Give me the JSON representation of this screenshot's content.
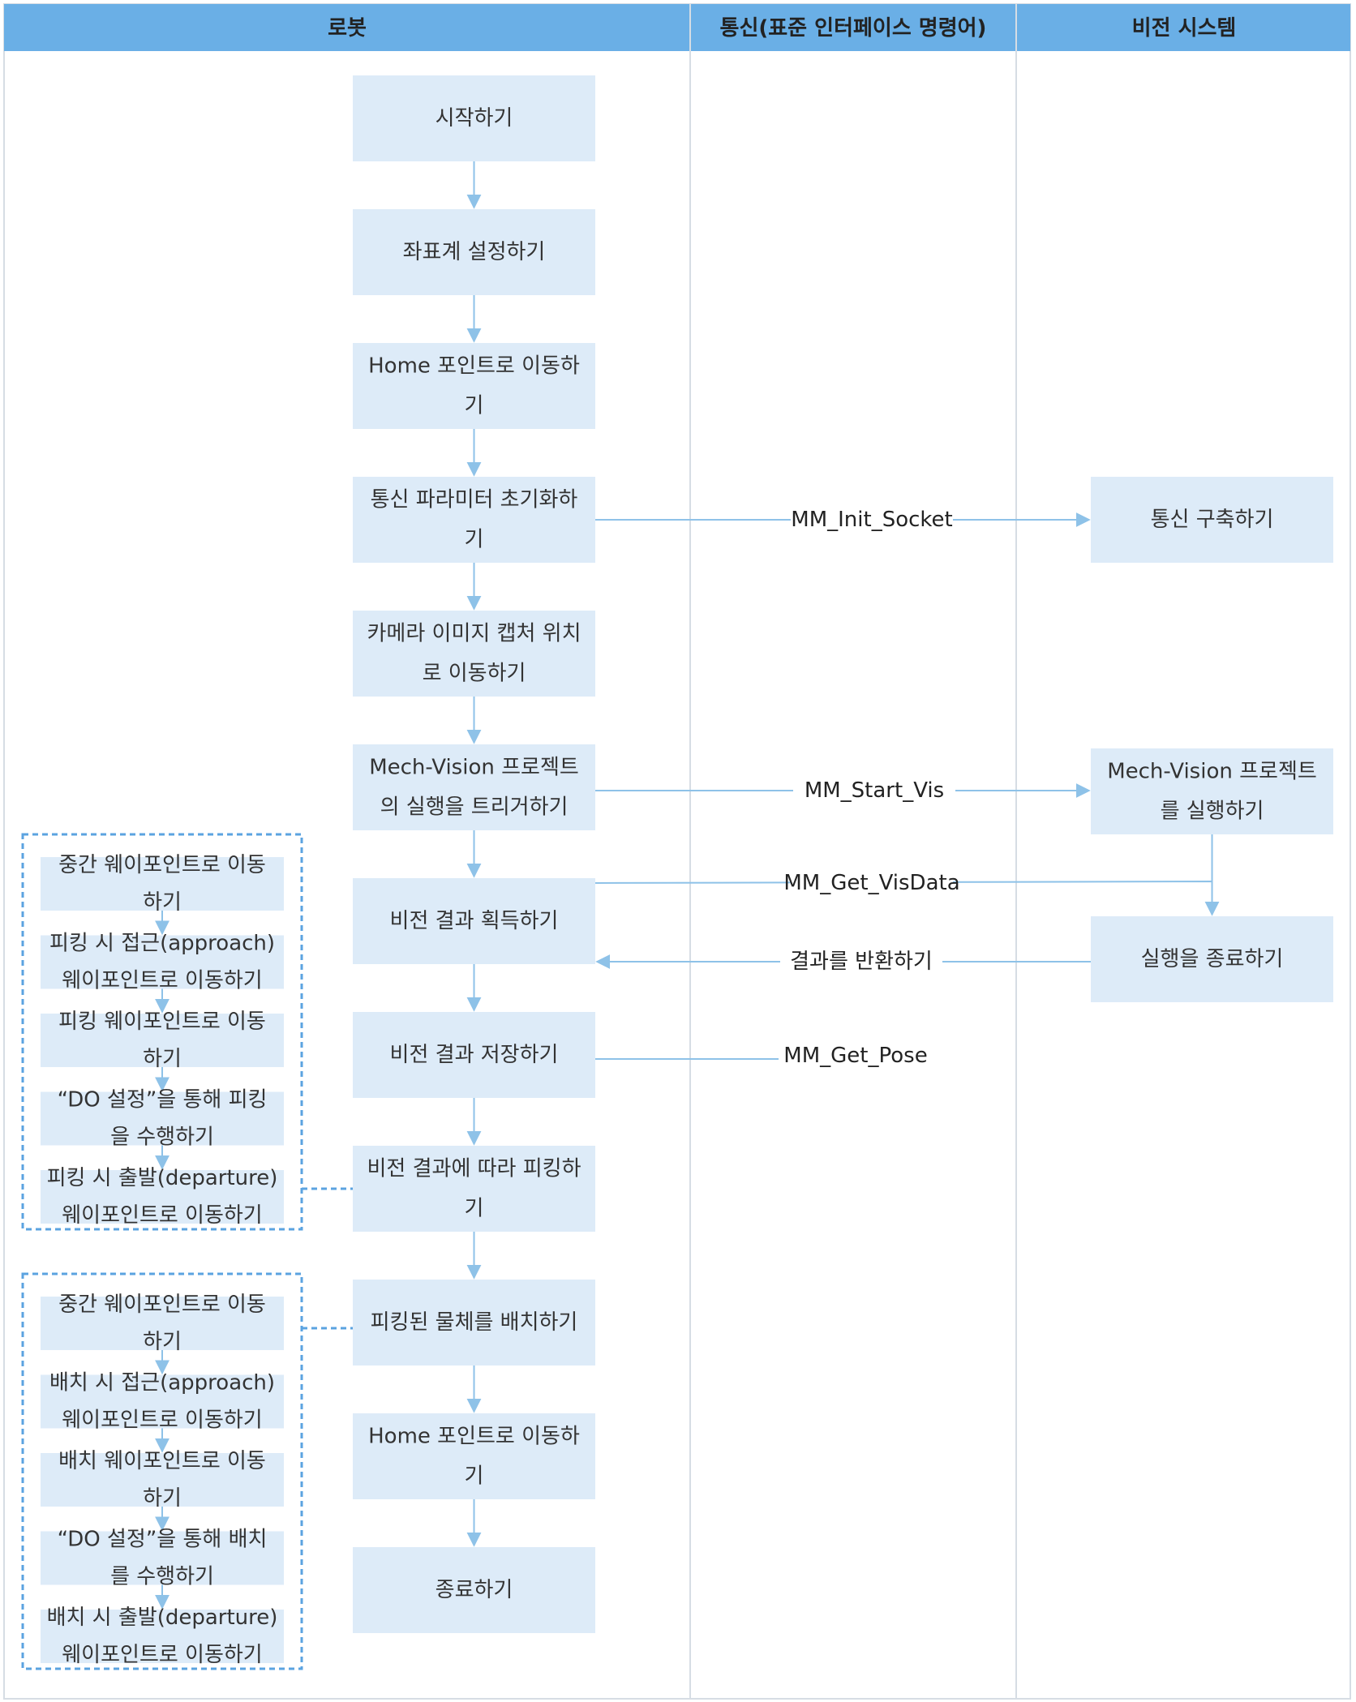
{
  "lanes": {
    "robot": "로봇",
    "communication": "통신(표준 인터페이스 명령어)",
    "vision": "비전 시스템"
  },
  "robot_steps": [
    [
      "시작하기"
    ],
    [
      "좌표계 설정하기"
    ],
    [
      "Home 포인트로 이동하",
      "기"
    ],
    [
      "통신 파라미터 초기화하",
      "기"
    ],
    [
      "카메라 이미지 캡처 위치",
      "로 이동하기"
    ],
    [
      "Mech-Vision 프로젝트",
      "의 실행을 트리거하기"
    ],
    [
      "비전 결과 획득하기"
    ],
    [
      "비전 결과 저장하기"
    ],
    [
      "비전 결과에 따라 피킹하",
      "기"
    ],
    [
      "피킹된 물체를 배치하기"
    ],
    [
      "Home 포인트로 이동하",
      "기"
    ],
    [
      "종료하기"
    ]
  ],
  "vision_steps": [
    [
      "통신 구축하기"
    ],
    [
      "Mech-Vision 프로젝트",
      "를 실행하기"
    ],
    [
      "실행을 종료하기"
    ]
  ],
  "commands": {
    "init_socket": "MM_Init_Socket",
    "start_vis": "MM_Start_Vis",
    "get_visdata": "MM_Get_VisData",
    "return_result": "결과를 반환하기",
    "get_pose": "MM_Get_Pose"
  },
  "picking_substeps": [
    [
      "중간 웨이포인트로 이동",
      "하기"
    ],
    [
      "피킹 시 접근(approach)",
      "웨이포인트로 이동하기"
    ],
    [
      "피킹 웨이포인트로 이동",
      "하기"
    ],
    [
      "“DO 설정”을 통해 피킹",
      "을 수행하기"
    ],
    [
      "피킹 시 출발(departure)",
      "웨이포인트로 이동하기"
    ]
  ],
  "placing_substeps": [
    [
      "중간 웨이포인트로 이동",
      "하기"
    ],
    [
      "배치 시 접근(approach)",
      "웨이포인트로 이동하기"
    ],
    [
      "배치 웨이포인트로 이동",
      "하기"
    ],
    [
      "“DO 설정”을 통해 배치",
      "를 수행하기"
    ],
    [
      "배치 시 출발(departure)",
      "웨이포인트로 이동하기"
    ]
  ],
  "colors": {
    "header": "#6aafe6",
    "node": "#ddebf8",
    "arrow": "#8ec2e8",
    "dashed": "#5ba3e0",
    "border": "#d6dde4"
  }
}
